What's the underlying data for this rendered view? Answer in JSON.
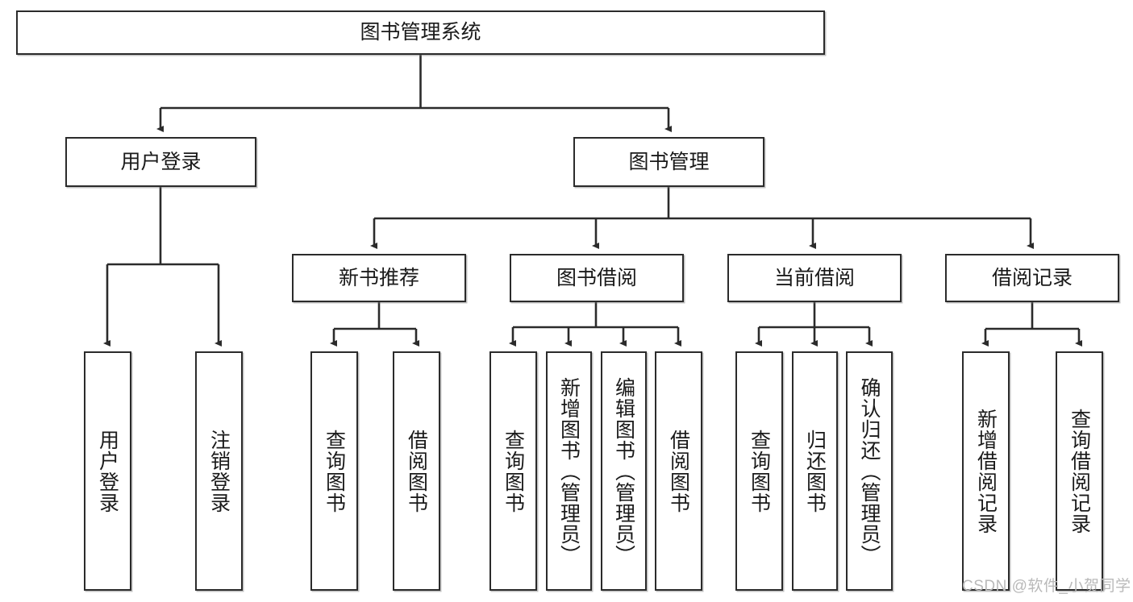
{
  "diagram": {
    "title": "图书管理系统",
    "type": "tree-hierarchy",
    "root": {
      "label": "图书管理系统"
    },
    "level2": [
      {
        "label": "用户登录"
      },
      {
        "label": "图书管理"
      }
    ],
    "level3": [
      {
        "label": "新书推荐"
      },
      {
        "label": "图书借阅"
      },
      {
        "label": "当前借阅"
      },
      {
        "label": "借阅记录"
      }
    ],
    "leaves": [
      {
        "label": "用户登录",
        "parent": "用户登录"
      },
      {
        "label": "注销登录",
        "parent": "用户登录"
      },
      {
        "label": "查询图书",
        "parent": "新书推荐"
      },
      {
        "label": "借阅图书",
        "parent": "新书推荐"
      },
      {
        "label": "查询图书",
        "parent": "图书借阅"
      },
      {
        "label": "新增图书（管理员）",
        "parent": "图书借阅"
      },
      {
        "label": "编辑图书（管理员）",
        "parent": "图书借阅"
      },
      {
        "label": "借阅图书",
        "parent": "图书借阅"
      },
      {
        "label": "查询图书",
        "parent": "当前借阅"
      },
      {
        "label": "归还图书",
        "parent": "当前借阅"
      },
      {
        "label": "确认归还（管理员）",
        "parent": "当前借阅"
      },
      {
        "label": "新增借阅记录",
        "parent": "借阅记录"
      },
      {
        "label": "查询借阅记录",
        "parent": "借阅记录"
      }
    ],
    "watermark": "CSDN @软件_小贺同学",
    "colors": {
      "stroke": "#2b2b2b",
      "fill": "#ffffff",
      "text": "#1a1a1a",
      "watermark": "#b9b9b9"
    }
  }
}
